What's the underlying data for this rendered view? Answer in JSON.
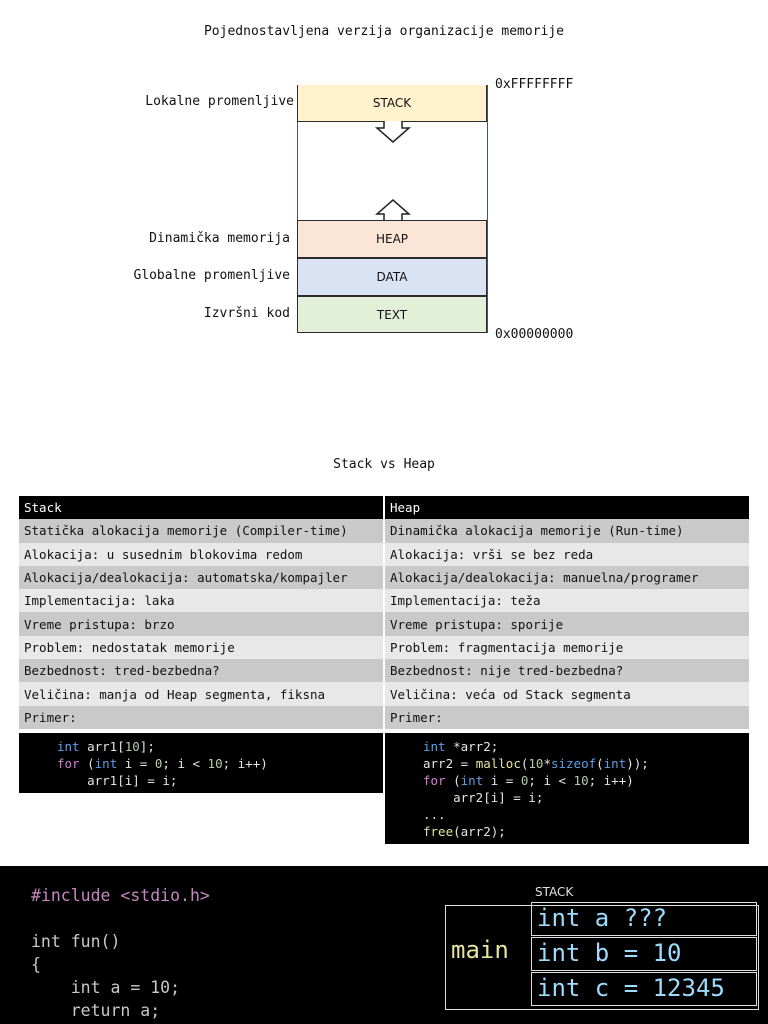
{
  "memory_diagram": {
    "title": "Pojednostavljena verzija organizacije memorije",
    "top_address": "0xFFFFFFFF",
    "bottom_address": "0x00000000",
    "segments": [
      {
        "name": "STACK",
        "label": "Lokalne promenljive",
        "color": "#fff2cc"
      },
      {
        "name": "HEAP",
        "label": "Dinamička memorija",
        "color": "#fbe5d6"
      },
      {
        "name": "DATA",
        "label": "Globalne promenljive",
        "color": "#dae3f3"
      },
      {
        "name": "TEXT",
        "label": "Izvršni kod",
        "color": "#e2f0d9"
      }
    ]
  },
  "comparison": {
    "title": "Stack vs Heap",
    "headers": [
      "Stack",
      "Heap"
    ],
    "stack_rows": [
      "Statička alokacija memorije (Compiler-time)",
      "Alokacija: u susednim blokovima redom",
      "Alokacija/dealokacija: automatska/kompajler",
      "Implementacija: laka",
      "Vreme pristupa: brzo",
      "Problem: nedostatak memorije",
      "Bezbednost: tred-bezbedna?",
      "Veličina: manja od Heap segmenta, fiksna",
      "Primer:"
    ],
    "heap_rows": [
      "Dinamička alokacija memorije (Run-time)",
      "Alokacija: vrši se bez reda",
      "Alokacija/dealokacija: manuelna/programer",
      "Implementacija: teža",
      "Vreme pristupa: sporije",
      "Problem: fragmentacija memorije",
      "Bezbednost: nije tred-bezbedna?",
      "Veličina: veća od Stack segmenta",
      "Primer:"
    ],
    "stack_code": [
      "int arr1[10];",
      "for (int i = 0; i < 10; i++)",
      "    arr1[i] = i;"
    ],
    "heap_code": [
      "int *arr2;",
      "arr2 = malloc(10*sizeof(int));",
      "for (int i = 0; i < 10; i++)",
      "    arr2[i] = i;",
      "...",
      "free(arr2);"
    ]
  },
  "bottom_example": {
    "code_lines": [
      "#include <stdio.h>",
      "",
      "int fun()",
      "{",
      "    int a = 10;",
      "    return a;"
    ],
    "stack_title": "STACK",
    "frame_label": "main",
    "cells": [
      "int a ???",
      "int b = 10",
      "int c = 12345"
    ]
  }
}
